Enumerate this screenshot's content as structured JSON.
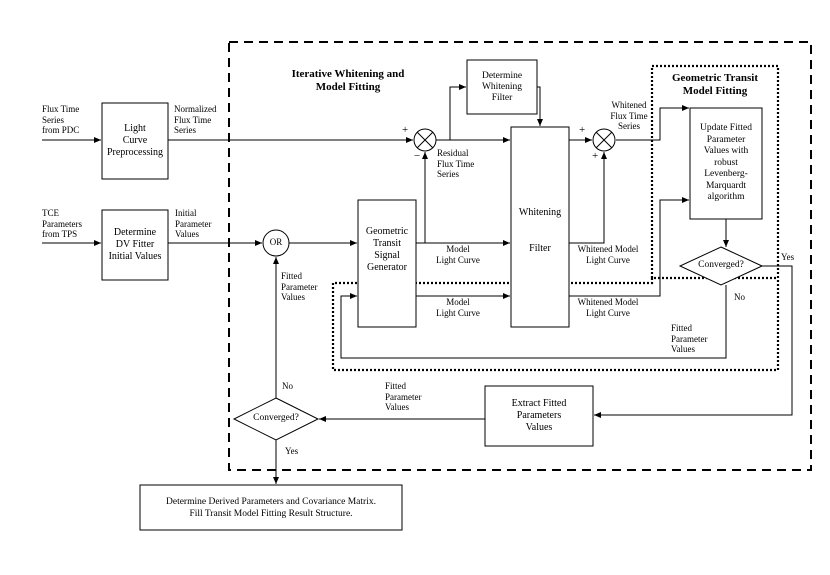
{
  "headings": {
    "iterative": [
      "Iterative Whitening and",
      "Model Fitting"
    ],
    "geometric": [
      "Geometric Transit",
      "Model Fitting"
    ]
  },
  "inputs": {
    "flux": [
      "Flux Time",
      "Series",
      "from PDC"
    ],
    "tce": [
      "TCE",
      "Parameters",
      "from TPS"
    ]
  },
  "boxes": {
    "light_curve": [
      "Light",
      "Curve",
      "Preprocessing"
    ],
    "dv_fitter": [
      "Determine",
      "DV Fitter",
      "Initial Values"
    ],
    "whitening_filter_det": [
      "Determine",
      "Whitening",
      "Filter"
    ],
    "signal_generator": [
      "Geometric",
      "Transit",
      "Signal",
      "Generator"
    ],
    "whitening_filter": [
      "Whitening",
      "",
      "",
      "Filter"
    ],
    "update_fitted": [
      "Update Fitted",
      "Parameter",
      "Values with",
      "robust",
      "Levenberg-",
      "Marquardt",
      "algorithm"
    ],
    "extract_fitted": [
      "Extract Fitted",
      "Parameters",
      "Values"
    ],
    "derived": [
      "Determine Derived Parameters and Covariance Matrix.",
      "Fill Transit Model Fitting Result Structure."
    ]
  },
  "nodes": {
    "or": "OR",
    "converged_inner": "Converged?",
    "converged_outer": "Converged?",
    "plus": "+",
    "minus": "−"
  },
  "labels": {
    "normalized": [
      "Normalized",
      "Flux Time",
      "Series"
    ],
    "initial": [
      "Initial",
      "Parameter",
      "Values"
    ],
    "residual": [
      "Residual",
      "Flux Time",
      "Series"
    ],
    "whitened_flux": [
      "Whitened",
      "Flux Time",
      "Series"
    ],
    "model_lc_1": [
      "Model",
      "Light Curve"
    ],
    "model_lc_2": [
      "Model",
      "Light Curve"
    ],
    "whitened_model_1": [
      "Whitened Model",
      "Light Curve"
    ],
    "whitened_model_2": [
      "Whitened Model",
      "Light Curve"
    ],
    "fitted_left": [
      "Fitted",
      "Parameter",
      "Values"
    ],
    "fitted_inner": [
      "Fitted",
      "Parameter",
      "Values"
    ],
    "fitted_outer": [
      "Fitted",
      "Parameter",
      "Values"
    ],
    "yes_inner": "Yes",
    "no_inner": "No",
    "yes_outer": "Yes",
    "no_outer": "No"
  }
}
